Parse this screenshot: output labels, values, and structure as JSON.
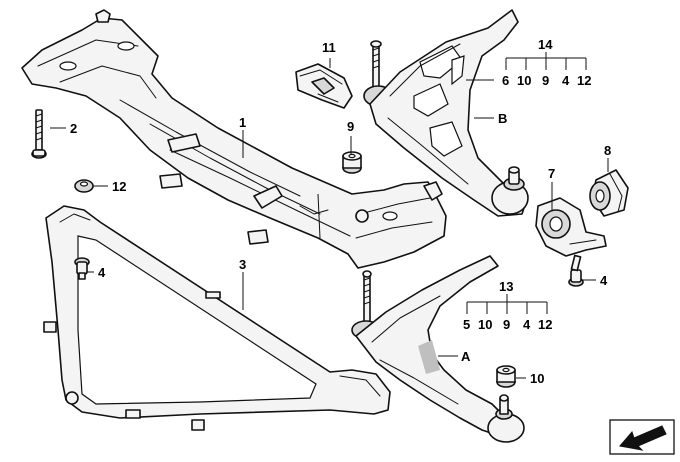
{
  "callouts": {
    "c1": "1",
    "c2": "2",
    "c3": "3",
    "c4a": "4",
    "c4b": "4",
    "c7": "7",
    "c8": "8",
    "c9": "9",
    "c10": "10",
    "c11": "11",
    "c12": "12",
    "cA": "A",
    "cB": "B",
    "kit14": {
      "label": "14",
      "items": [
        "6",
        "10",
        "9",
        "4",
        "12"
      ]
    },
    "kit13": {
      "label": "13",
      "items": [
        "5",
        "10",
        "9",
        "4",
        "12"
      ]
    }
  },
  "icons": {
    "orientation_logo": "direction-arrow-icon"
  }
}
